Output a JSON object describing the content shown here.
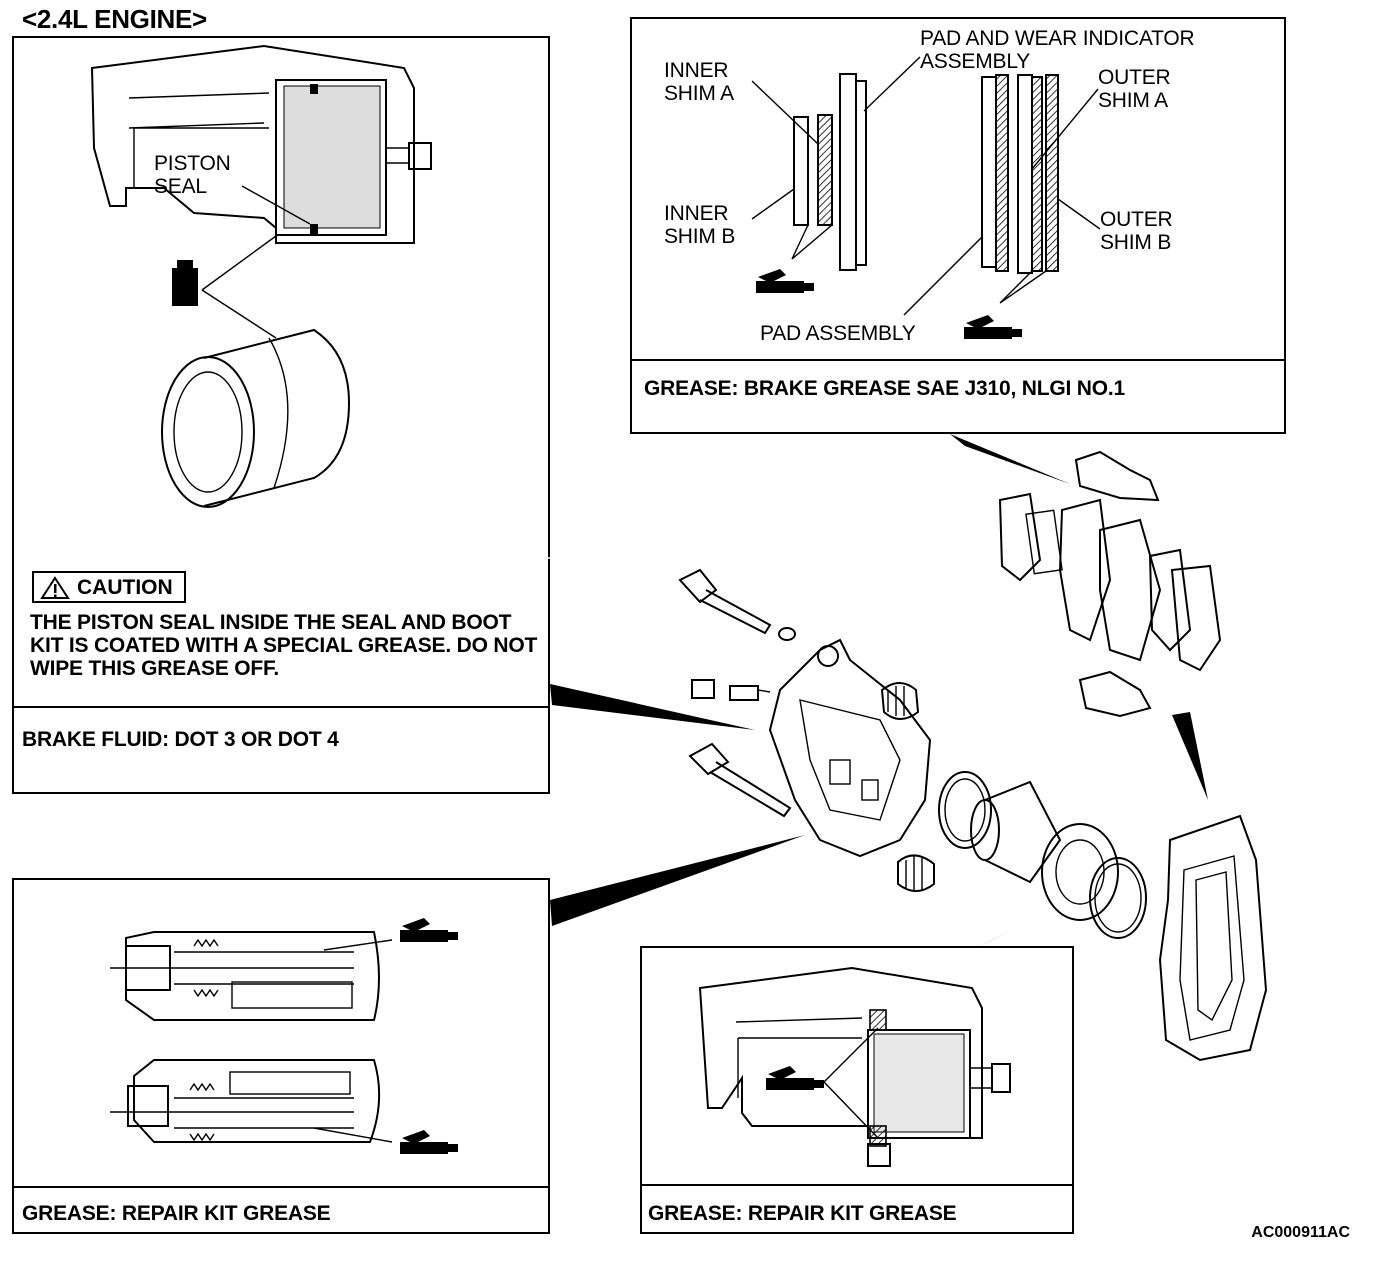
{
  "title": "<2.4L ENGINE>",
  "figure_code": "AC000911AC",
  "piston_panel": {
    "label": "PISTON\nSEAL",
    "caution_heading": "CAUTION",
    "caution_text": "THE PISTON SEAL INSIDE THE SEAL AND BOOT KIT IS COATED WITH A SPECIAL GREASE. DO NOT WIPE THIS GREASE OFF.",
    "spec": "BRAKE FLUID: DOT 3 OR DOT 4"
  },
  "pads_panel": {
    "labels": {
      "pad_wear_indicator": "PAD AND WEAR INDICATOR\nASSEMBLY",
      "inner_shim_a": "INNER\nSHIM A",
      "inner_shim_b": "INNER\nSHIM B",
      "outer_shim_a": "OUTER\nSHIM A",
      "outer_shim_b": "OUTER\nSHIM B",
      "pad_assembly": "PAD ASSEMBLY"
    },
    "spec": "GREASE: BRAKE GREASE SAE J310, NLGI NO.1"
  },
  "pins_panel": {
    "spec": "GREASE: REPAIR KIT GREASE"
  },
  "caliper_panel": {
    "spec": "GREASE: REPAIR KIT GREASE"
  }
}
